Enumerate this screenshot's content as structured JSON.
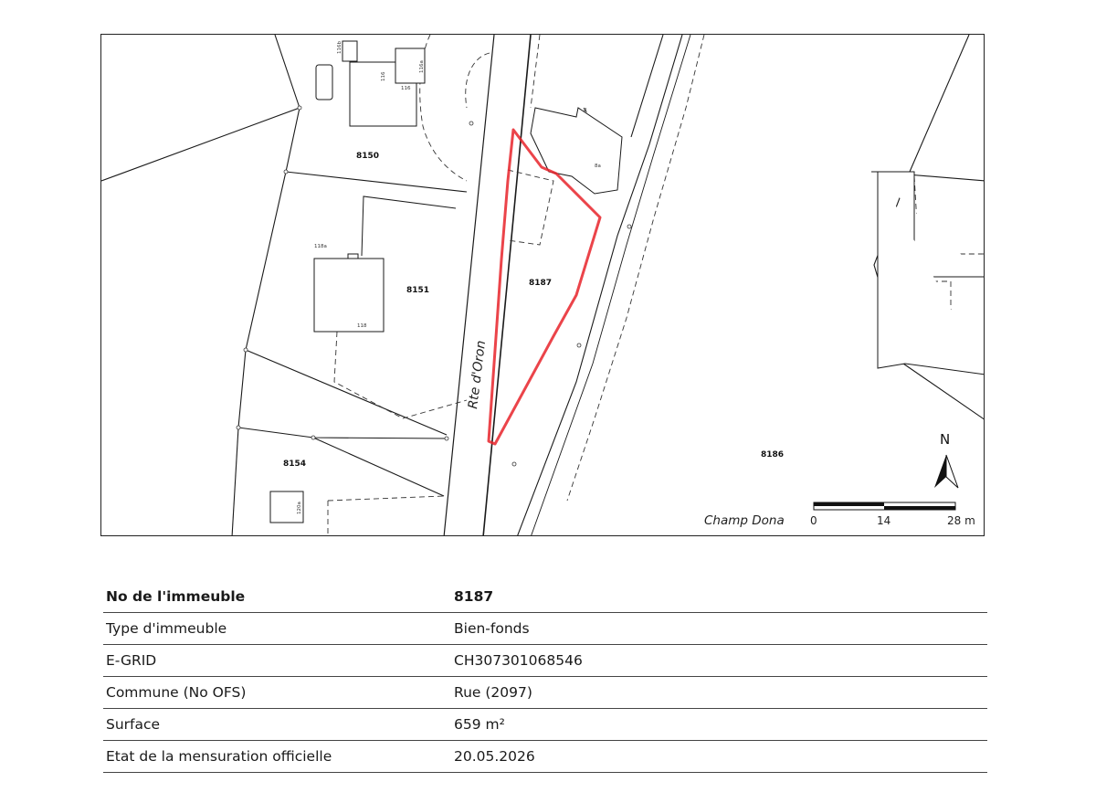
{
  "map": {
    "parcels": {
      "p8150": "8150",
      "p8151": "8151",
      "p8154": "8154",
      "p8187": "8187",
      "p8186": "8186"
    },
    "buildings": {
      "b116b": "116b",
      "b116a": "116a",
      "b116": "116",
      "b116c": "116",
      "b118a": "118a",
      "b118": "118",
      "b120a": "120a",
      "b8": "8",
      "b8a": "8a"
    },
    "road_label": "Rte d'Oron",
    "locality": "Champ Dona",
    "north_label": "N",
    "scale": {
      "start": "0",
      "mid": "14",
      "end": "28 m"
    },
    "highlight_color": "#e8232a"
  },
  "info": {
    "rows": [
      {
        "label": "No de l'immeuble",
        "value": "8187"
      },
      {
        "label": "Type d'immeuble",
        "value": "Bien-fonds"
      },
      {
        "label": "E-GRID",
        "value": "CH307301068546"
      },
      {
        "label": "Commune (No OFS)",
        "value": "Rue (2097)"
      },
      {
        "label": "Surface",
        "value": "659 m²"
      },
      {
        "label": "Etat de la mensuration officielle",
        "value": "20.05.2026"
      }
    ]
  }
}
